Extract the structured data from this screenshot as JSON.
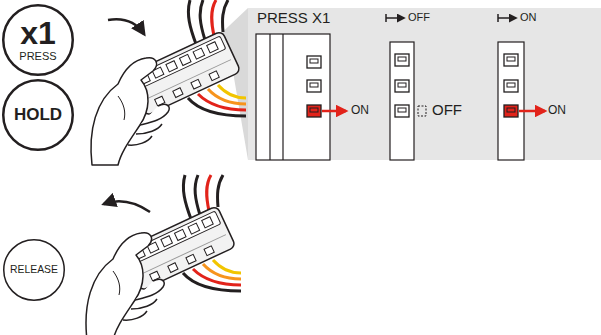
{
  "diagram": {
    "nodes": [
      {
        "text": [
          "x1",
          "PRESS"
        ]
      },
      {
        "text": [
          "HOLD"
        ]
      },
      {
        "text": [
          "PRESS X1",
          "OFF",
          "ON",
          "ON",
          "OFF",
          "ON"
        ]
      },
      {
        "text": [
          "RELEASE"
        ]
      }
    ],
    "edges": []
  }
}
